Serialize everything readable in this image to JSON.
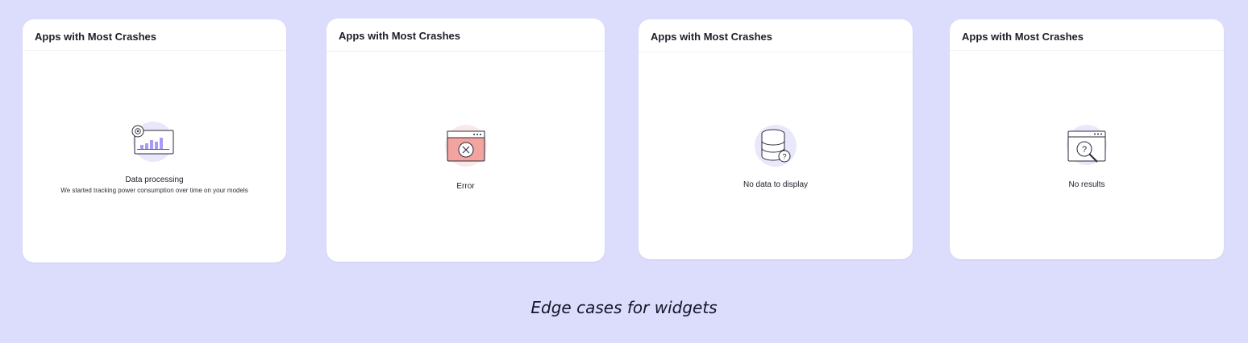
{
  "colors": {
    "background": "#dcdcfc",
    "card": "#ffffff",
    "accent_purple": "#a79cf4",
    "error_red": "#f3a4a0",
    "illustration_bg": "#e9e8fb"
  },
  "widgets": [
    {
      "title": "Apps with Most Crashes",
      "state": "processing",
      "icon": "chart-processing-icon",
      "message": "Data processing",
      "submessage": "We started tracking power consumption over time on your models"
    },
    {
      "title": "Apps with Most Crashes",
      "state": "error",
      "icon": "error-window-icon",
      "message": "Error"
    },
    {
      "title": "Apps with Most Crashes",
      "state": "empty",
      "icon": "database-question-icon",
      "message": "No data to display"
    },
    {
      "title": "Apps with Most Crashes",
      "state": "no-results",
      "icon": "search-window-icon",
      "message": "No results"
    }
  ],
  "caption": "Edge cases for widgets"
}
